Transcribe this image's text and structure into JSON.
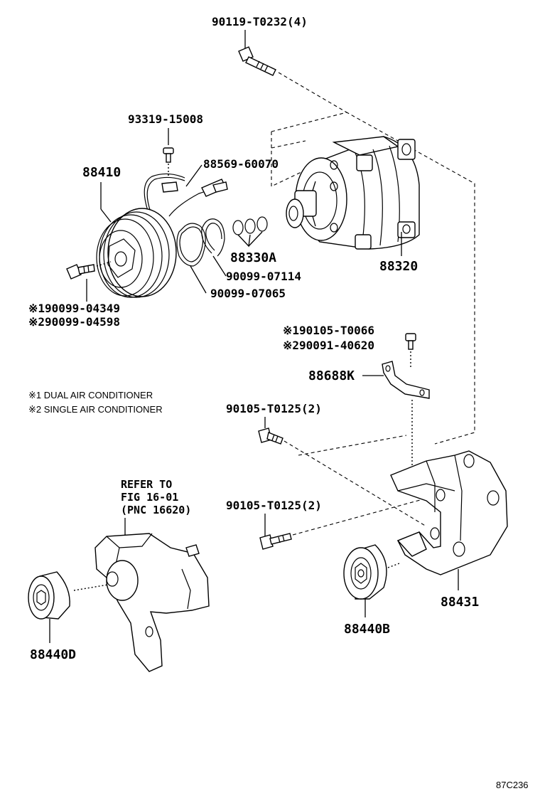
{
  "labels": {
    "bolt_top": "90119-T0232(4)",
    "screw": "93319-15008",
    "clip": "88569-60070",
    "clutch": "88410",
    "shims": "88330A",
    "compressor": "88320",
    "snap_ring": "90099-07114",
    "snap_ring2": "90099-07065",
    "clutch_bolt_1": "※190099-04349",
    "clutch_bolt_2": "※290099-04598",
    "bracket_bolt_1": "※190105-T0066",
    "bracket_bolt_2": "※290091-40620",
    "stay": "88688K",
    "bolt_upper": "90105-T0125(2)",
    "bolt_lower": "90105-T0125(2)",
    "bracket": "88431",
    "idler_right": "88440B",
    "idler_left": "88440D",
    "ref_line1": "REFER TO",
    "ref_line2": "FIG 16-01",
    "ref_line3": "(PNC 16620)"
  },
  "notes": {
    "note1": "※1  DUAL AIR CONDITIONER",
    "note2": "※2  SINGLE AIR CONDITIONER"
  },
  "figure_code": "87C236"
}
